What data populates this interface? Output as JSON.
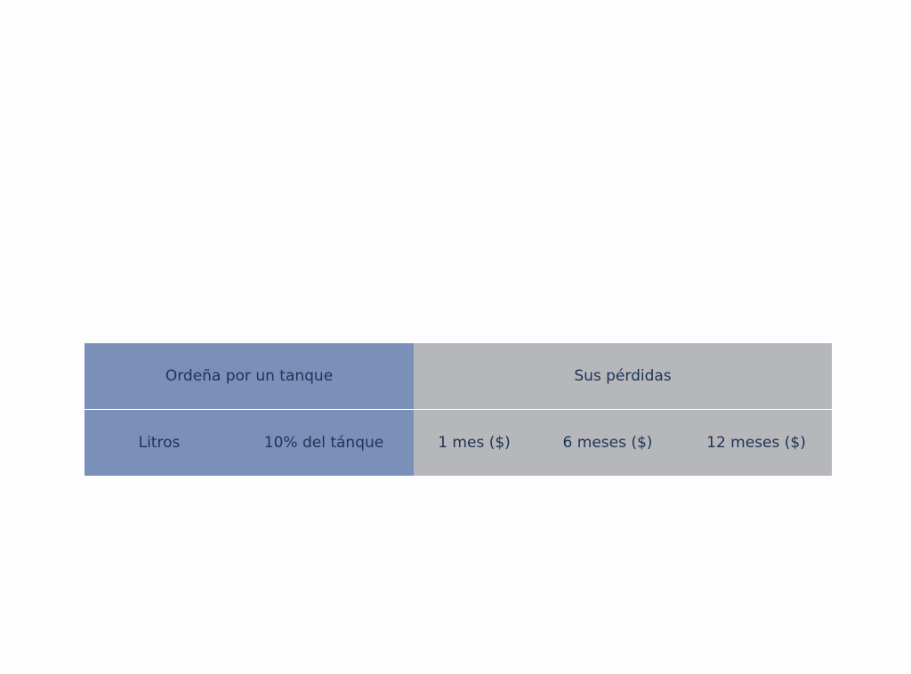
{
  "table": {
    "group_headers": {
      "milking": "Ordeña por un tanque",
      "losses": "Sus pérdidas"
    },
    "columns": {
      "liters": "Litros",
      "ten_percent": "10% del tánque",
      "one_month": "1 mes ($)",
      "six_months": "6 meses ($)",
      "twelve_months": "12 meses ($)"
    }
  },
  "colors": {
    "blue_header": "#7a90b9",
    "gray_header": "#b6b7ba",
    "text": "#1f3356"
  }
}
